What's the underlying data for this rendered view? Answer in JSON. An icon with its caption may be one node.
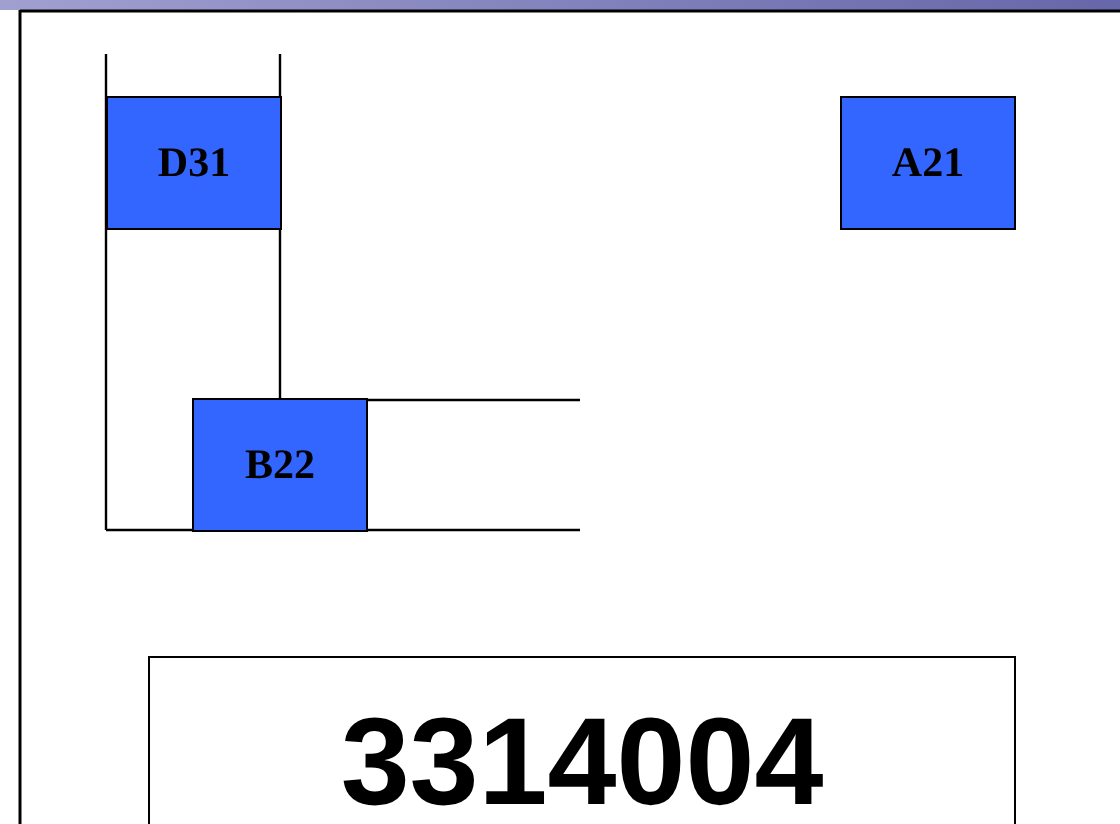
{
  "diagram": {
    "nodes": [
      {
        "text": [
          "D31"
        ]
      },
      {
        "text": [
          "A21"
        ]
      },
      {
        "text": [
          "B22"
        ]
      },
      {
        "text": [
          "3314004"
        ]
      }
    ]
  }
}
